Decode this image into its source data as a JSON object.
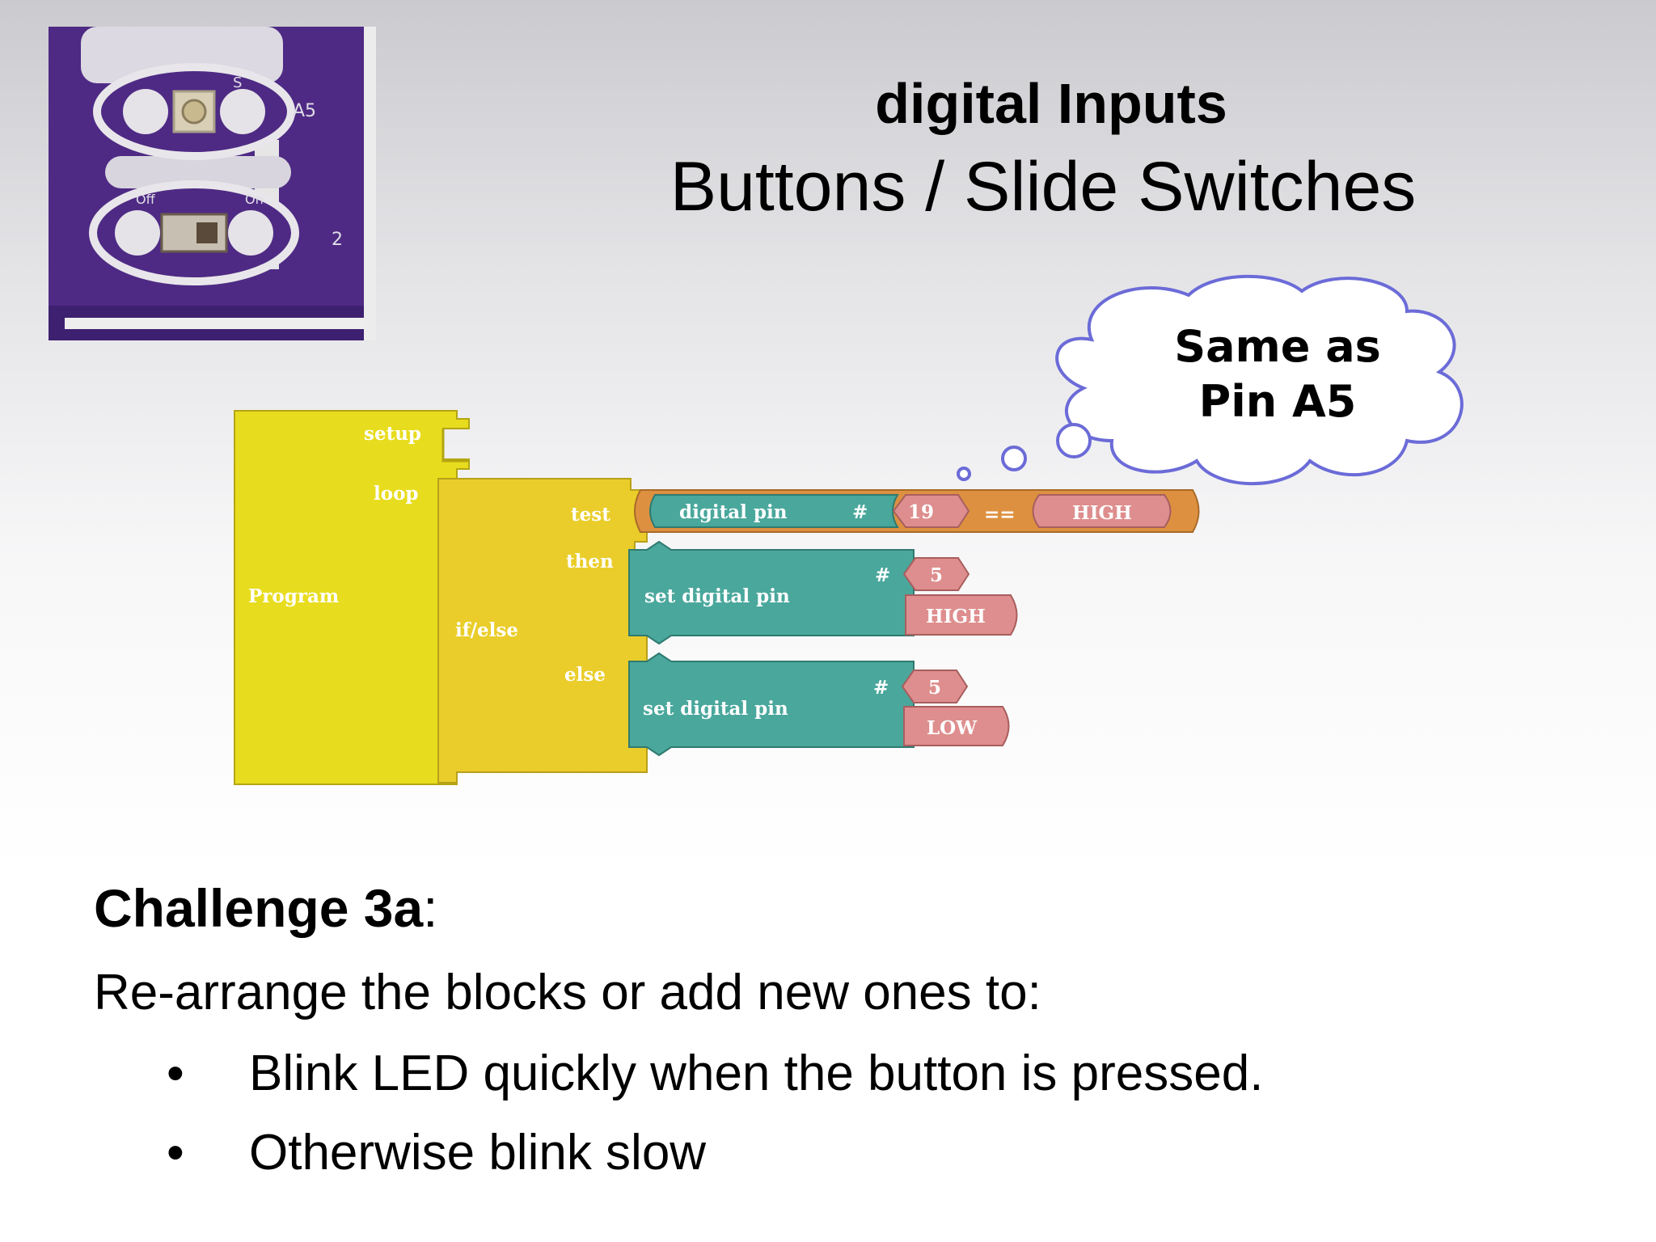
{
  "slide": {
    "title_bold": "digital Inputs",
    "title_sub": "Buttons / Slide Switches"
  },
  "board_photo": {
    "label_pin": "A5",
    "label_pin2": "2",
    "label_off": "Off",
    "label_on": "On",
    "label_s": "S"
  },
  "thought_bubble": {
    "line1": "Same as",
    "line2": "Pin A5"
  },
  "blocks": {
    "program_label": "Program",
    "setup_label": "setup",
    "loop_label": "loop",
    "ifelse_label": "if/else",
    "test_label": "test",
    "then_label": "then",
    "else_label": "else",
    "digital_pin_label": "digital pin",
    "hash": "#",
    "pin_read_value": "19",
    "compare_op": "==",
    "compare_value": "HIGH",
    "set_pin_label": "set digital pin",
    "then_pin": "5",
    "then_value": "HIGH",
    "else_pin": "5",
    "else_value": "LOW"
  },
  "challenge": {
    "title": "Challenge 3a",
    "colon": ":",
    "instruction": "Re-arrange the blocks or add new ones to:",
    "bullets": [
      "Blink LED quickly when the button is pressed.",
      "Otherwise blink slow"
    ],
    "bullet_char": "•"
  },
  "colors": {
    "program_yellow": "#e8dc1e",
    "ifelse_yellow": "#eacd2a",
    "teal": "#4aa79c",
    "orange": "#dd9140",
    "pink": "#de8e8e",
    "board_purple": "#4e2a84",
    "cloud_stroke": "#6b6bd8"
  }
}
